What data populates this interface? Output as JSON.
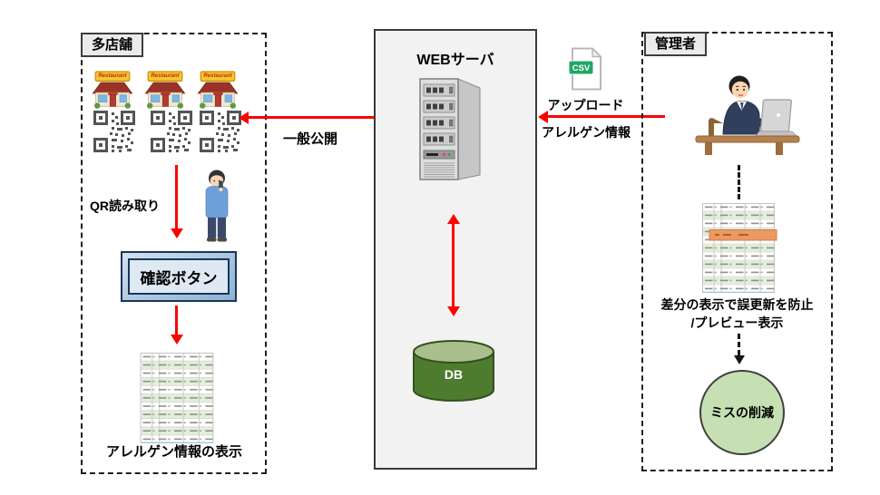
{
  "diagram": {
    "left_box": {
      "title": "多店舗",
      "restaurant_sign_text": "Restaurant",
      "qr_read_label": "QR読み取り",
      "confirm_button_label": "確認ボタン",
      "result_label": "アレルゲン情報の表示"
    },
    "center": {
      "title": "WEBサーバ",
      "db_label": "DB",
      "publish_label": "一般公開"
    },
    "upload_flow": {
      "csv_label": "CSV",
      "upload_label": "アップロード",
      "allergen_label": "アレルゲン情報"
    },
    "right_box": {
      "title": "管理者",
      "diff_note_line1": "差分の表示で誤更新を防止",
      "diff_note_line2": "/プレビュー表示",
      "outcome_label": "ミスの削減"
    },
    "colors": {
      "arrow_red": "#FB0200",
      "server_box_bg": "#F2F2F2",
      "db_body_green": "#4E7C2F",
      "db_top_green": "#A9BF8D",
      "outcome_circle_green": "#C6E0B4",
      "button_blue": "#DFE9F3",
      "csv_green": "#23A566",
      "table_row_green": "#E2EFDA",
      "highlight_orange": "#EC9A62"
    }
  }
}
